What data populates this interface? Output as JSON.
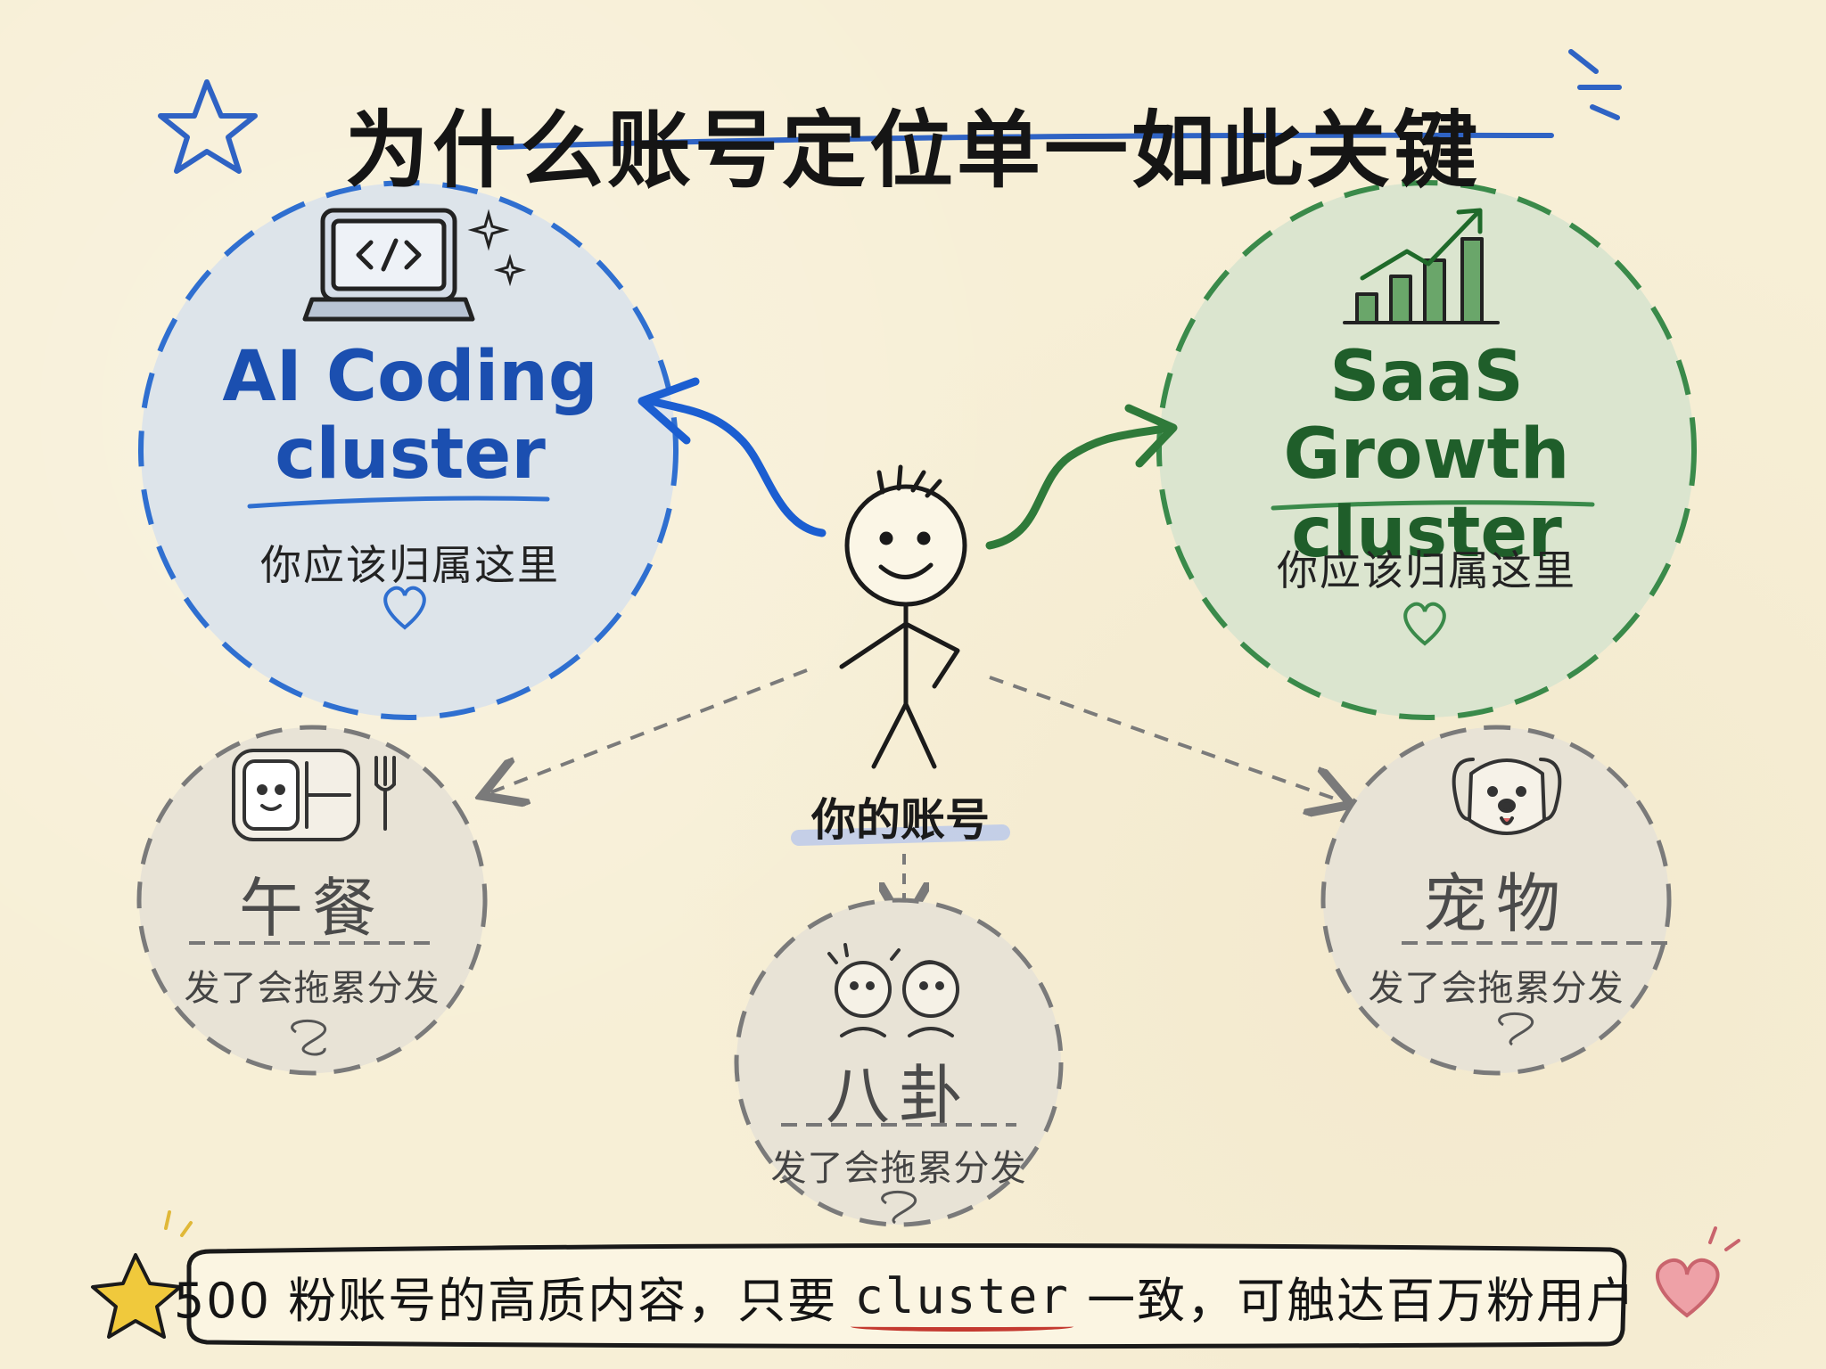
{
  "title": "为什么账号定位单一如此关键",
  "colors": {
    "blue": "#1b4fb0",
    "green": "#1f5e2a",
    "gray": "#7a7a7a",
    "background": "#f7efd6"
  },
  "clusters": [
    {
      "line1": "AI Coding",
      "line2": "cluster",
      "subtitle": "你应该归属这里",
      "icon": "laptop-code-icon",
      "accent": "#1b4fb0"
    },
    {
      "line1": "SaaS Growth",
      "line2": "cluster",
      "subtitle": "你应该归属这里",
      "icon": "growth-chart-icon",
      "accent": "#1f5e2a"
    }
  ],
  "account_label": "你的账号",
  "topics": [
    {
      "name": "午餐",
      "note": "发了会拖累分发",
      "icon": "lunch-box-icon"
    },
    {
      "name": "八卦",
      "note": "发了会拖累分发",
      "icon": "gossip-people-icon"
    },
    {
      "name": "宠物",
      "note": "发了会拖累分发",
      "icon": "dog-icon"
    }
  ],
  "banner": {
    "before": "500 粉账号的高质内容，只要 ",
    "highlight": "cluster",
    "after": " 一致，可触达百万粉用户"
  }
}
